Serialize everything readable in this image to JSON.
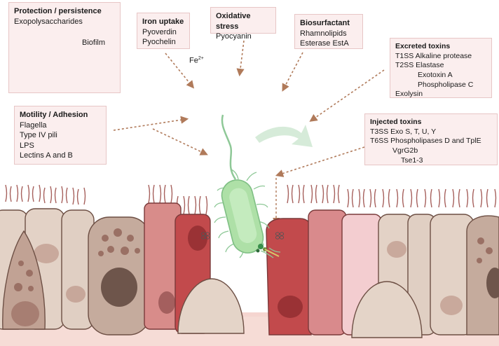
{
  "protection": {
    "title": "Protection / persistence",
    "items": [
      "Exopolysaccharides"
    ],
    "biofilm_label": "Biofilm"
  },
  "iron": {
    "title": "Iron uptake",
    "items": [
      "Pyoverdin",
      "Pyochelin"
    ],
    "fe_label": "Fe",
    "fe_sup": "2+"
  },
  "oxidative": {
    "title": "Oxidative stress",
    "items": [
      "Pyocyanin"
    ]
  },
  "biosurfactant": {
    "title": "Biosurfactant",
    "items": [
      "Rhamnolipids",
      "Esterase EstA"
    ]
  },
  "excreted": {
    "title": "Excreted toxins",
    "lines": [
      "T1SS Alkaline protease",
      "T2SS  Elastase",
      "Exotoxin A",
      "Phospholipase C",
      "Exolysin"
    ]
  },
  "motility": {
    "title": "Motility / Adhesion",
    "items": [
      "Flagella",
      "Type IV pili",
      "LPS",
      "Lectins A and B"
    ]
  },
  "injected": {
    "title": "Injected toxins",
    "lines": [
      "T3SS Exo S, T, U, Y",
      "T6SS Phospholipases D and TplE",
      "VgrG2b",
      "Tse1-3"
    ]
  },
  "colors": {
    "box_bg": "#fbeeee",
    "box_border": "#e7c6c6",
    "arrow": "#b07a5a",
    "bacterium": "#9fd89a",
    "cell_red": "#c8565a",
    "cell_beige": "#d9c7bb"
  }
}
